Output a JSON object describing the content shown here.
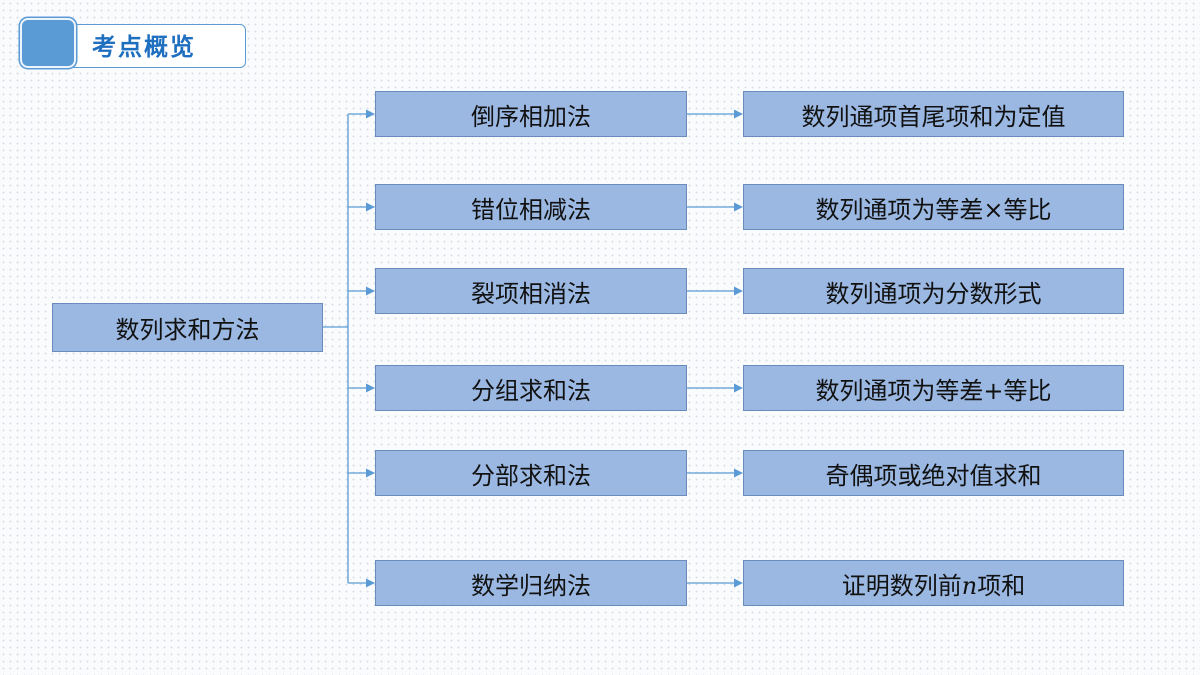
{
  "header": {
    "title": "考点概览"
  },
  "diagram": {
    "root": "数列求和方法",
    "methods": [
      {
        "name": "倒序相加法",
        "description": "数列通项首尾项和为定值"
      },
      {
        "name": "错位相减法",
        "description": "数列通项为等差×等比"
      },
      {
        "name": "裂项相消法",
        "description": "数列通项为分数形式"
      },
      {
        "name": "分组求和法",
        "description": "数列通项为等差+等比"
      },
      {
        "name": "分部求和法",
        "description": "奇偶项或绝对值求和"
      },
      {
        "name": "数学归纳法",
        "description_prefix": "证明数列前",
        "description_var": "n",
        "description_suffix": "项和"
      }
    ]
  },
  "colors": {
    "box_fill": "#9bb8e2",
    "box_border": "#6a8cbd",
    "connector": "#5b9bd5",
    "title_text": "#1f6fc0",
    "title_accent": "#5b9bd5"
  }
}
